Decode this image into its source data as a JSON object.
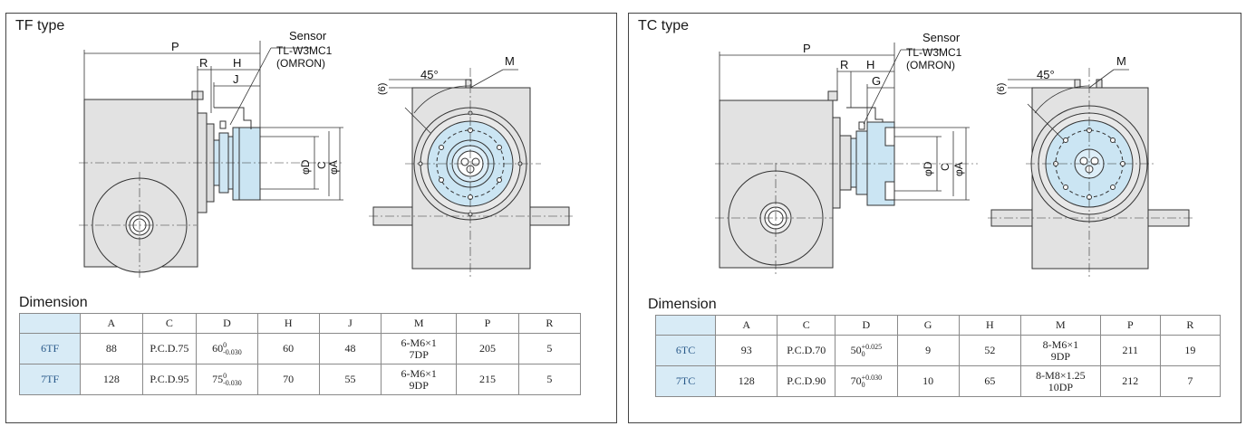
{
  "corner_note": "",
  "left": {
    "title": "TF type",
    "labels": {
      "P": "P",
      "R": "R",
      "H": "H",
      "J": "J",
      "sensor1": "Sensor",
      "sensor2": "TL-W3MC1",
      "sensor3": "(OMRON)",
      "angle": "45°",
      "M": "M",
      "six": "(6)",
      "D": "φD",
      "C": "C",
      "A": "φA"
    },
    "dimension_heading": "Dimension",
    "columns": [
      "",
      "A",
      "C",
      "D",
      "H",
      "J",
      "M",
      "P",
      "R"
    ],
    "rows": [
      {
        "model": "6TF",
        "A": "88",
        "C": "P.C.D.75",
        "D_base": "60",
        "D_up": "0",
        "D_low": "-0.030",
        "H": "60",
        "J": "48",
        "M1": "6-M6×1",
        "M2": "7DP",
        "P": "205",
        "R": "5"
      },
      {
        "model": "7TF",
        "A": "128",
        "C": "P.C.D.95",
        "D_base": "75",
        "D_up": "0",
        "D_low": "-0.030",
        "H": "70",
        "J": "55",
        "M1": "6-M6×1",
        "M2": "9DP",
        "P": "215",
        "R": "5"
      }
    ]
  },
  "right": {
    "title": "TC type",
    "labels": {
      "P": "P",
      "R": "R",
      "H": "H",
      "G": "G",
      "sensor1": "Sensor",
      "sensor2": "TL-W3MC1",
      "sensor3": "(OMRON)",
      "angle": "45°",
      "M": "M",
      "six": "(6)",
      "D": "φD",
      "C": "C",
      "A": "φA"
    },
    "dimension_heading": "Dimension",
    "columns": [
      "",
      "A",
      "C",
      "D",
      "G",
      "H",
      "M",
      "P",
      "R"
    ],
    "rows": [
      {
        "model": "6TC",
        "A": "93",
        "C": "P.C.D.70",
        "D_base": "50",
        "D_up": "+0.025",
        "D_low": "0",
        "G": "9",
        "H": "52",
        "M1": "8-M6×1",
        "M2": "9DP",
        "P": "211",
        "R": "19"
      },
      {
        "model": "7TC",
        "A": "128",
        "C": "P.C.D.90",
        "D_base": "70",
        "D_up": "+0.030",
        "D_low": "0",
        "G": "10",
        "H": "65",
        "M1": "8-M8×1.25",
        "M2": "10DP",
        "P": "212",
        "R": "7"
      }
    ]
  },
  "colors": {
    "body_gray": "#e2e2e2",
    "flange_blue": "#cbe5f3",
    "line": "#333333",
    "model_cell": "#d8ebf6"
  }
}
